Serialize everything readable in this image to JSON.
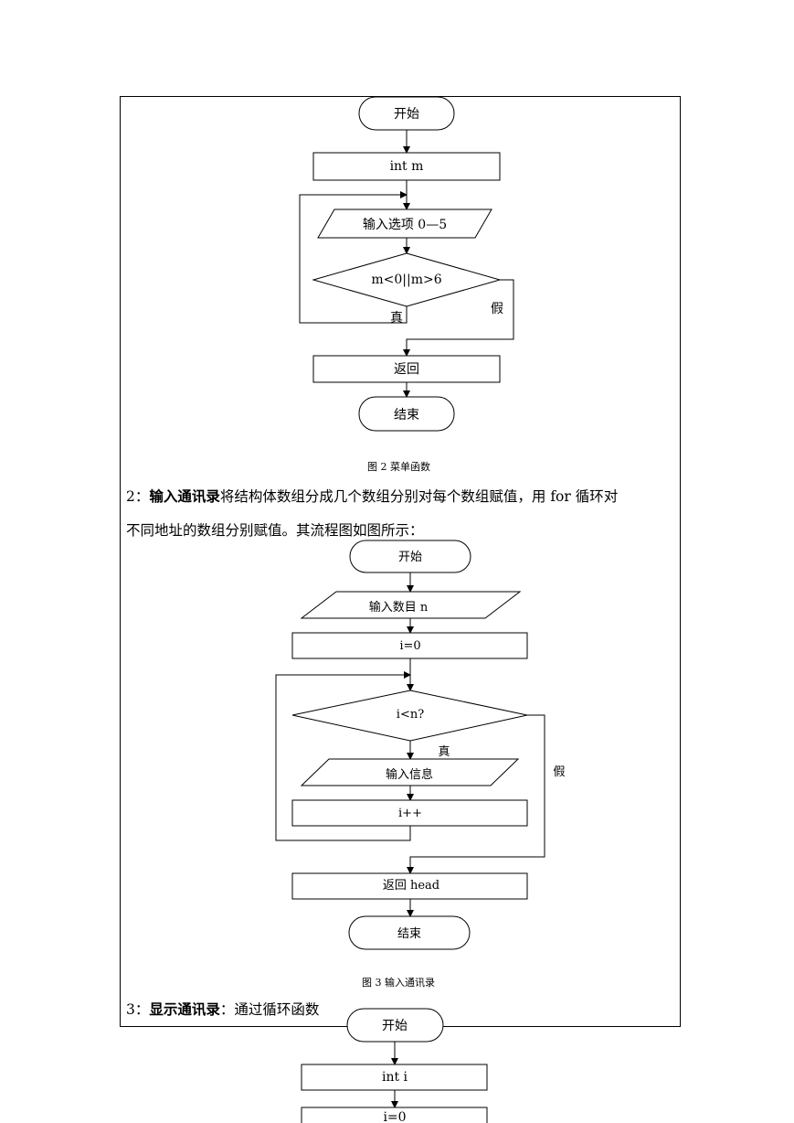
{
  "figure1": {
    "start": "开始",
    "declare": "int m",
    "input": "输入选项 0—5",
    "condition": "m<0||m>6",
    "true_label": "真",
    "false_label": "假",
    "return": "返回",
    "end": "结束",
    "caption": "图 2 菜单函数"
  },
  "section2": {
    "number": "2：",
    "title": "输入通讯录",
    "text_line1": "将结构体数组分成几个数组分别对每个数组赋值，用 for 循环对",
    "text_line2": "不同地址的数组分别赋值。其流程图如图所示："
  },
  "figure2": {
    "start": "开始",
    "input": "输入数目 n",
    "init": "i=0",
    "condition": "i<n?",
    "true_label": "真",
    "input_info": "输入信息",
    "increment": "i++",
    "false_label": "假",
    "return": "返回  head",
    "end": "结束",
    "caption": "图 3 输入通讯录"
  },
  "section3": {
    "number": "3：",
    "title": "显示通讯录",
    "text": "：通过循环函数"
  },
  "figure3": {
    "start": "开始",
    "declare": "int i",
    "init": "i=0"
  }
}
